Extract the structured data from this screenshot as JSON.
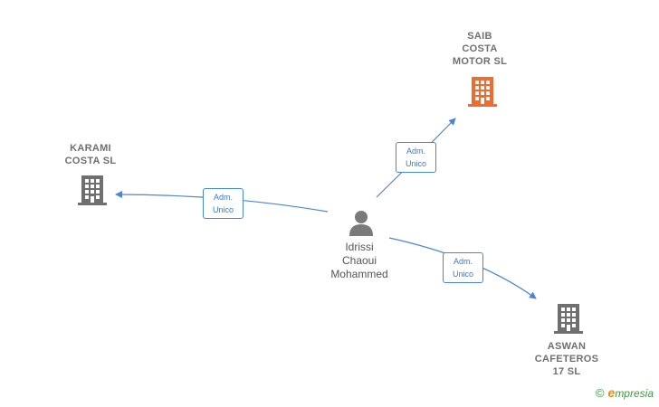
{
  "diagram": {
    "nodes": [
      {
        "id": "saib",
        "label": "SAIB\nCOSTA\nMOTOR SL",
        "type": "company",
        "color": "#f26a2e"
      },
      {
        "id": "karami",
        "label": "KARAMI\nCOSTA SL",
        "type": "company",
        "color": "#6f6f6f"
      },
      {
        "id": "aswan",
        "label": "ASWAN\nCAFETEROS\n17 SL",
        "type": "company",
        "color": "#6f6f6f"
      },
      {
        "id": "person",
        "label": "Idrissi\nChaoui\nMohammed",
        "type": "person",
        "color": "#7a7a7a"
      }
    ],
    "edges": [
      {
        "from": "person",
        "to": "saib",
        "label": "Adm.\nUnico"
      },
      {
        "from": "person",
        "to": "karami",
        "label": "Adm.\nUnico"
      },
      {
        "from": "person",
        "to": "aswan",
        "label": "Adm.\nUnico"
      }
    ],
    "edge_color": "#4a86d8"
  },
  "footer": {
    "copyright_symbol": "©",
    "brand_initial": "e",
    "brand_rest": "mpresia"
  }
}
